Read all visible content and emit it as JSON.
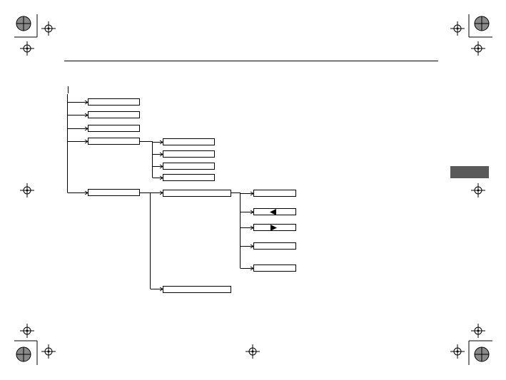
{
  "page": {
    "header_rule": true
  },
  "side_tab": {
    "color": "#5a5a5a",
    "label": ""
  },
  "registration_marks": {
    "style": "crosshair-circle",
    "color_mark": "gray-disc"
  },
  "diagram": {
    "root_label": "",
    "level1": [
      {
        "id": "a",
        "label": "",
        "children": []
      },
      {
        "id": "b",
        "label": "",
        "children": []
      },
      {
        "id": "c",
        "label": "",
        "children": []
      },
      {
        "id": "d",
        "label": "",
        "children": [
          "d1",
          "d2",
          "d3",
          "d4"
        ]
      },
      {
        "id": "e",
        "label": "",
        "children": [
          "e1",
          "e2"
        ]
      }
    ],
    "level2": [
      {
        "id": "d1",
        "label": ""
      },
      {
        "id": "d2",
        "label": ""
      },
      {
        "id": "d3",
        "label": ""
      },
      {
        "id": "d4",
        "label": ""
      },
      {
        "id": "e1",
        "label": "",
        "children": [
          "f1",
          "f2",
          "f3",
          "f4",
          "f5"
        ]
      },
      {
        "id": "e2",
        "label": ""
      }
    ],
    "level3": [
      {
        "id": "f1",
        "label": "",
        "icon": ""
      },
      {
        "id": "f2",
        "label": "",
        "icon": "triangle-left-icon"
      },
      {
        "id": "f3",
        "label": "",
        "icon": "triangle-right-icon"
      },
      {
        "id": "f4",
        "label": "",
        "icon": ""
      },
      {
        "id": "f5",
        "label": "",
        "icon": ""
      }
    ]
  }
}
